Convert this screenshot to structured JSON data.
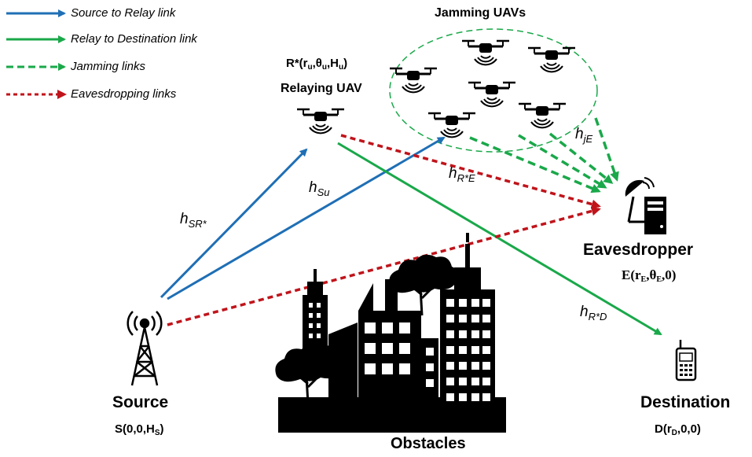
{
  "legend": {
    "source_relay": "Source to Relay link",
    "relay_destination": "Relay to Destination link",
    "jamming": "Jamming links",
    "eavesdropping": "Eavesdropping links"
  },
  "labels": {
    "jamming_uavs": "Jamming UAVs",
    "relaying_uav": "Relaying UAV",
    "relay_coord_prefix": "R*(r",
    "relay_sub_u": "u",
    "relay_theta": ",θ",
    "relay_sub_u2": "u",
    "relay_H": ",H",
    "relay_sub_u3": "u",
    "relay_close": ")",
    "eavesdropper": "Eavesdropper",
    "eav_coord_prefix": "E(r",
    "eav_sub_E": "E",
    "eav_theta": ",θ",
    "eav_sub_E2": "E",
    "eav_close": ",0)",
    "source": "Source",
    "source_coord_prefix": "S(0,0,H",
    "source_sub_S": "S",
    "source_close": ")",
    "destination": "Destination",
    "dest_coord_prefix": "D(r",
    "dest_sub_D": "D",
    "dest_close": ",0,0)",
    "obstacles": "Obstacles"
  },
  "channels": {
    "h": "h",
    "sr": "SR*",
    "su": "Su",
    "re": "R*E",
    "je": "jE",
    "rd": "R*D"
  },
  "colors": {
    "source_relay": "#1f6fb5",
    "relay_destination": "#1aa84a",
    "jamming": "#1aa84a",
    "eavesdropping": "#c0141b"
  }
}
